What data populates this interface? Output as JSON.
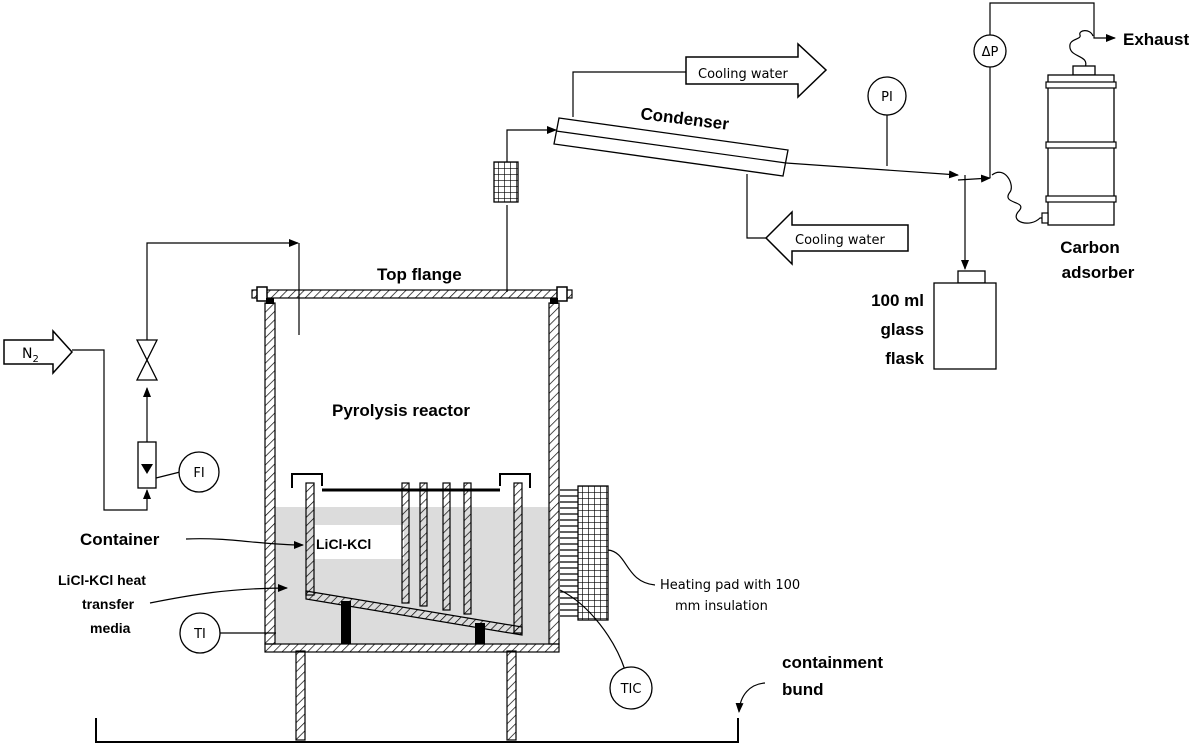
{
  "labels": {
    "exhaust": "Exhaust",
    "delta_p": "ΔP",
    "cooling_water_out": "Cooling water",
    "condenser": "Condenser",
    "pi": "PI",
    "cooling_water_in": "Cooling water",
    "carbon_adsorber_1": "Carbon",
    "carbon_adsorber_2": "adsorber",
    "top_flange": "Top flange",
    "flask_1": "100 ml",
    "flask_2": "glass",
    "flask_3": "flask",
    "n2_main": "N",
    "n2_sub": "2",
    "pyrolysis_reactor": "Pyrolysis reactor",
    "fi": "FI",
    "container": "Container",
    "licl_kcl": "LiCl-KCl",
    "media_1": "LiCl-KCl heat",
    "media_2": "transfer",
    "media_3": "media",
    "ti": "TI",
    "heating_pad_1": "Heating pad with 100",
    "heating_pad_2": "mm insulation",
    "tic": "TIC",
    "bund_1": "containment",
    "bund_2": "bund"
  },
  "colors": {
    "salt": "#dcdcdc",
    "hatch": "#ffffff",
    "line": "#000000"
  }
}
